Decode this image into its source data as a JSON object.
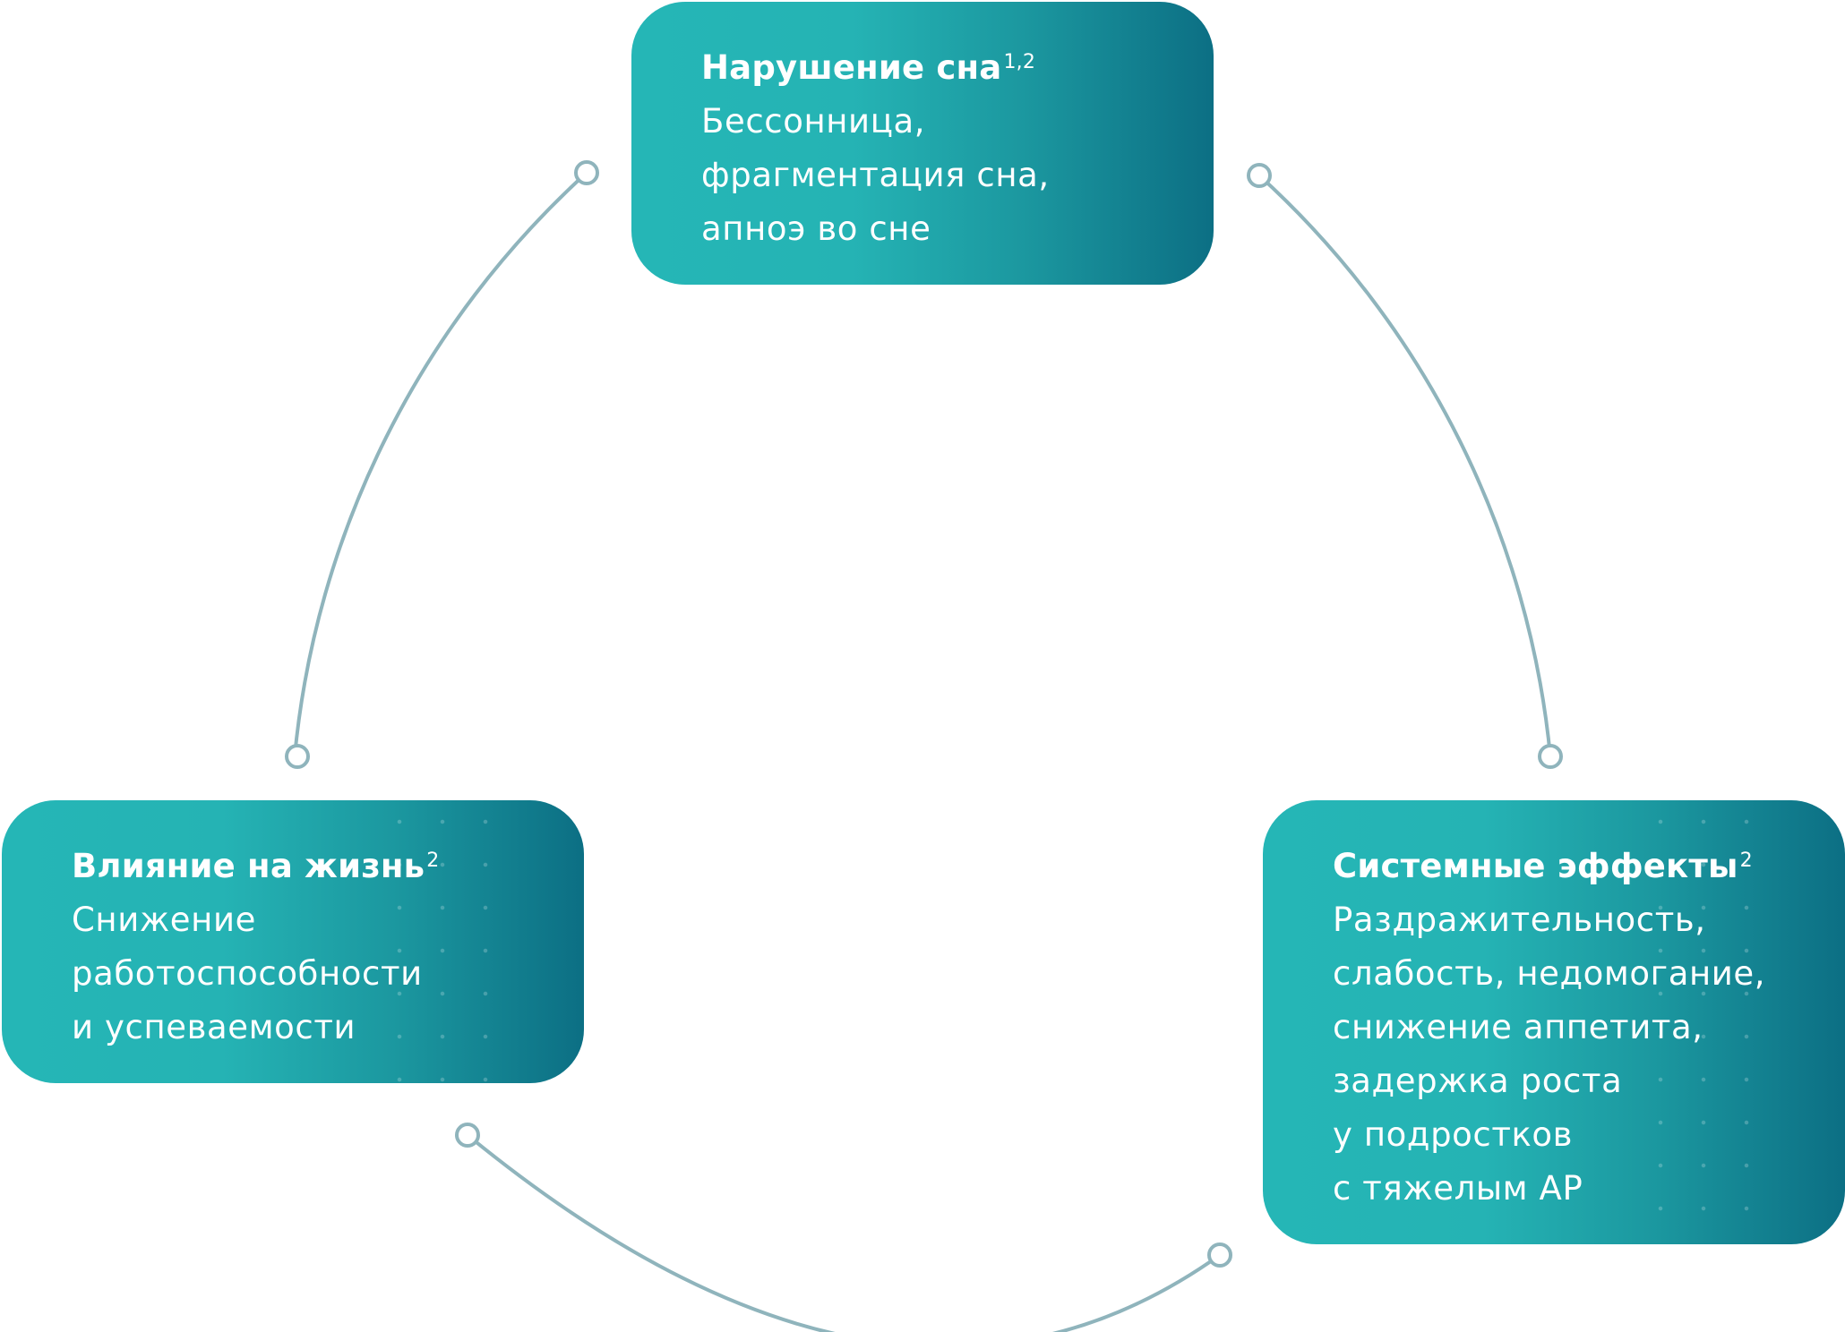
{
  "colors": {
    "connector": "#8fb4bc",
    "card_start": "#25b6b6",
    "card_end": "#0c6f84",
    "text": "#ffffff"
  },
  "cards": {
    "sleep": {
      "title": "Нарушение сна",
      "ref": "1,2",
      "lines": [
        "Бессонница,",
        "фрагментация сна,",
        "апноэ во сне"
      ]
    },
    "life": {
      "title": "Влияние на жизнь",
      "ref": "2",
      "lines": [
        "Снижение",
        "работоспособности",
        "и успеваемости"
      ]
    },
    "systemic": {
      "title": "Системные эффекты",
      "ref": "2",
      "lines": [
        "Раздражительность,",
        "слабость, недомогание,",
        "снижение аппетита,",
        "задержка роста",
        "у подростков",
        "с тяжелым АР"
      ]
    }
  }
}
